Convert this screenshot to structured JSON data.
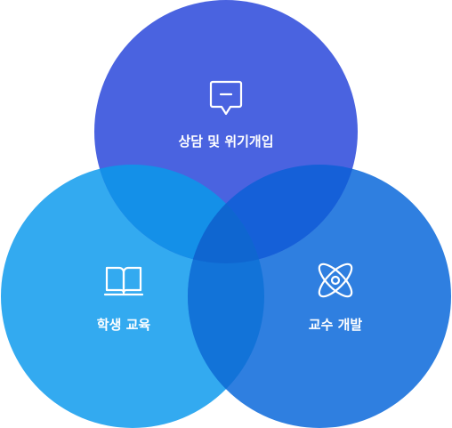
{
  "circles": [
    {
      "id": "counseling",
      "label": "상담 및 위기개입",
      "icon": "speech-bubble-icon",
      "color": "#4a63e0"
    },
    {
      "id": "student",
      "label": "학생 교육",
      "icon": "open-book-icon",
      "color": "#33aaf0"
    },
    {
      "id": "faculty",
      "label": "교수 개발",
      "icon": "atom-icon",
      "color": "#2f7fe0"
    }
  ],
  "overlap_colors": {
    "counseling_student": "#1490e8",
    "counseling_faculty": "#1560d8",
    "student_faculty": "#1273d8",
    "all": "#0f66d0"
  }
}
